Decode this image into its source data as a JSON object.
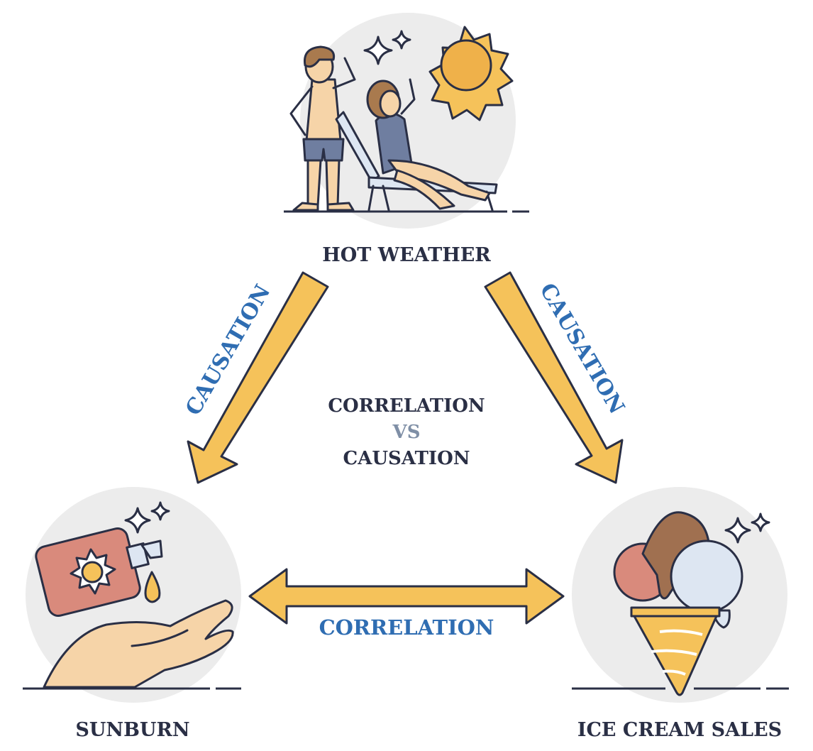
{
  "diagram": {
    "center_title": {
      "line1": "CORRELATION",
      "line2": "VS",
      "line3": "CAUSATION"
    },
    "nodes": {
      "top": {
        "label": "HOT WEATHER"
      },
      "left": {
        "label": "SUNBURN"
      },
      "right": {
        "label": "ICE CREAM SALES"
      }
    },
    "arrows": {
      "left_causation": "CAUSATION",
      "right_causation": "CAUSATION",
      "bottom_correlation": "CORRELATION"
    }
  },
  "colors": {
    "accent_blue": "#2f6db2",
    "navy": "#2a2f45",
    "vs_gray": "#7f8fa6",
    "arrow_fill": "#f5c25a",
    "circle_bg": "#ececec",
    "outline": "#2a2f45"
  }
}
